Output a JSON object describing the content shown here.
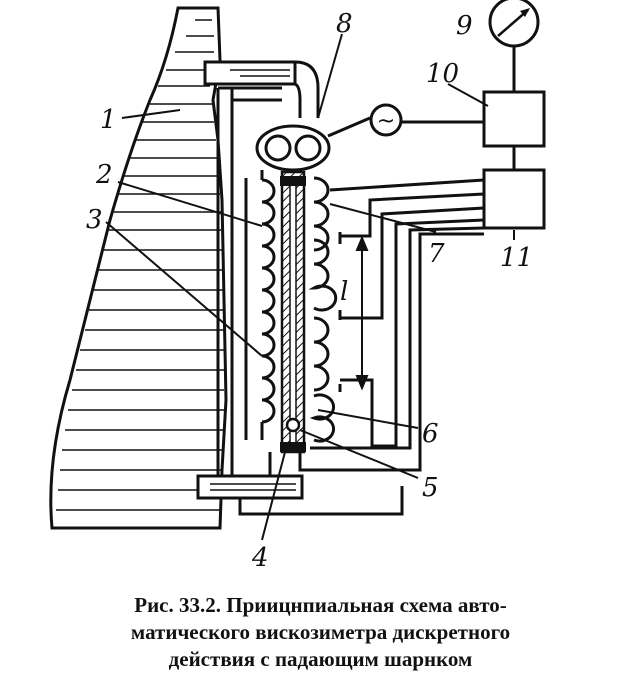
{
  "diagram": {
    "labels": {
      "l1": "1",
      "l2": "2",
      "l3": "3",
      "l4": "4",
      "l5": "5",
      "l6": "6",
      "l7": "7",
      "l8": "8",
      "l9": "9",
      "l10": "10",
      "l11": "11",
      "distance": "l"
    },
    "ac_symbol": "~"
  },
  "caption": {
    "line1": "Рис. 33.2. Приицнпиальная схема авто-",
    "line2": "матического вискозиметра дискретного",
    "line3": "действия с падающим шарнком"
  }
}
